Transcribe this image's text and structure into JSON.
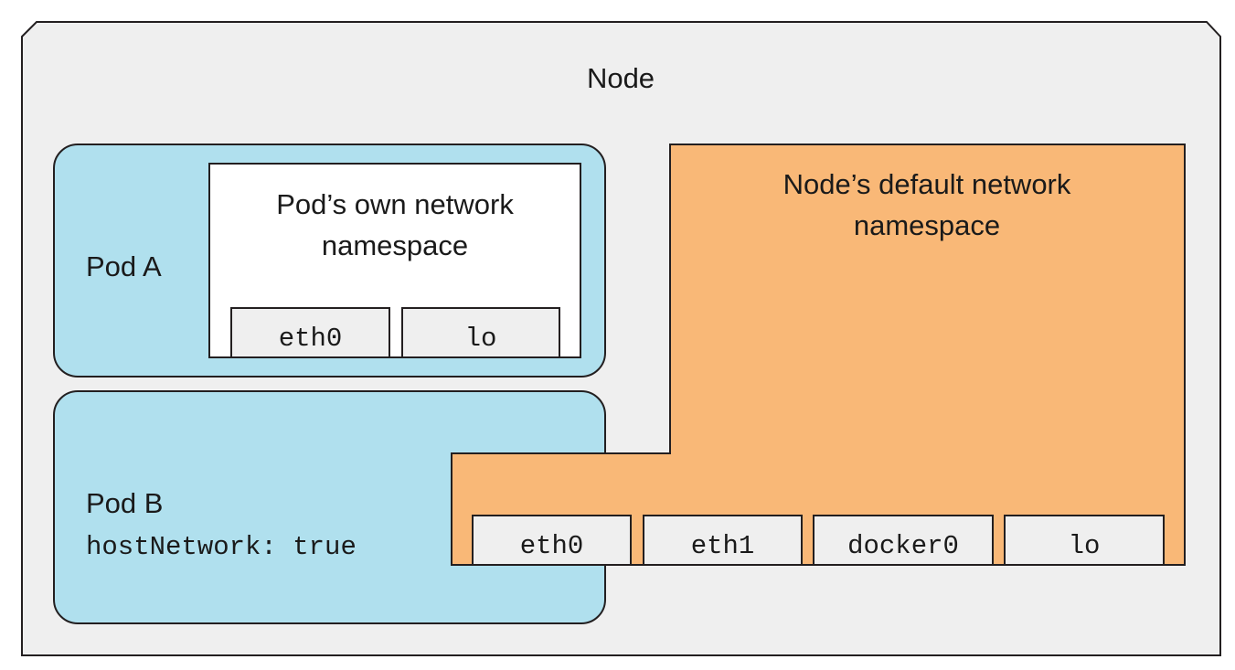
{
  "node": {
    "title": "Node"
  },
  "pod_a": {
    "label": "Pod A",
    "namespace_title_line1": "Pod’s own network",
    "namespace_title_line2": "namespace",
    "interfaces": [
      "eth0",
      "lo"
    ]
  },
  "pod_b": {
    "label": "Pod B",
    "setting": "hostNetwork: true"
  },
  "node_namespace": {
    "title_line1": "Node’s default network",
    "title_line2": "namespace",
    "interfaces": [
      "eth0",
      "eth1",
      "docker0",
      "lo"
    ]
  },
  "colors": {
    "node_fill": "#efefef",
    "pod_fill": "#b0e0ee",
    "namespace_fill": "#ffffff",
    "node_namespace_fill": "#f9b877",
    "interface_fill": "#efefef",
    "stroke": "#231f20"
  }
}
